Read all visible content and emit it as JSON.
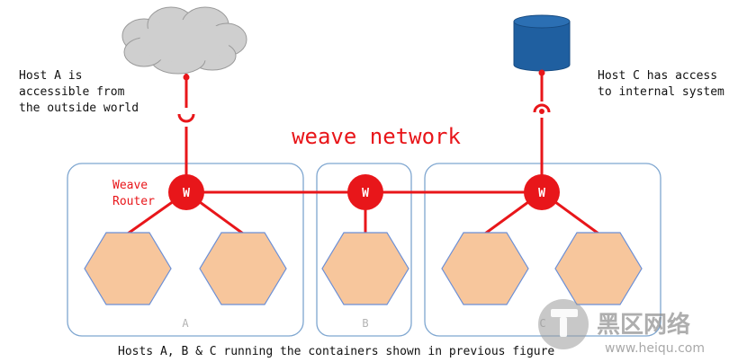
{
  "diagram": {
    "title": "weave network",
    "router_label_line1": "Weave",
    "router_label_line2": "Router",
    "router_glyph": "W",
    "host_a_note": [
      "Host A is",
      "accessible from",
      "the outside world"
    ],
    "host_c_note": [
      "Host C has access",
      "to internal system"
    ],
    "host_labels": [
      "A",
      "B",
      "C"
    ],
    "caption": "Hosts A, B & C running the containers shown in previous figure",
    "watermark": {
      "site_cn": "黑区网络",
      "site_url": "www.heiqu.com"
    },
    "icons": {
      "cloud": "cloud-icon",
      "database": "database-icon",
      "router": "router-icon",
      "container": "container-hexagon-icon"
    },
    "colors": {
      "network_red": "#e8161a",
      "host_border": "#7ea6d0",
      "container_fill": "#f7c69c",
      "container_stroke": "#6b8fd6",
      "cloud_fill": "#cfcfcf",
      "db_fill": "#1f5fa0",
      "host_label_grey": "#b3b3b3"
    }
  }
}
